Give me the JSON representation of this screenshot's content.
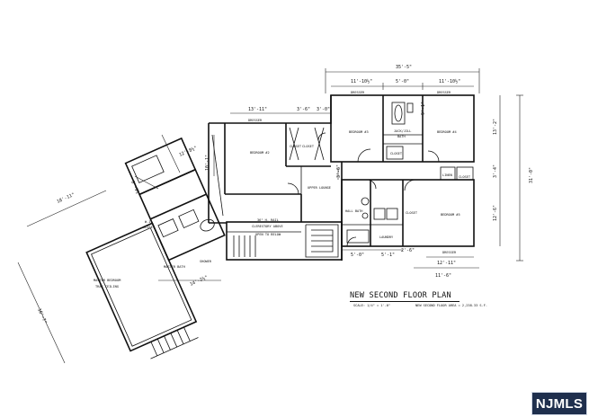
{
  "plan": {
    "title": "NEW SECOND FLOOR PLAN",
    "scale": "SCALE: 1/4\" = 1'-0\"",
    "area": "NEW SECOND FLOOR AREA = 2,238.33 S.F."
  },
  "rooms": {
    "master_bedroom": "MASTER BEDROOM",
    "master_bedroom_note": "TRAY CEILING",
    "master_bath": "MASTER BATH",
    "wic": "W.I.",
    "wic_2": "CLOSET",
    "bedroom_2": "BEDROOM #2",
    "bedroom_3": "BEDROOM #3",
    "bedroom_4": "BEDROOM #4",
    "bedroom_5": "BEDROOM #5",
    "closet": "CLOSET",
    "jack_jill_bath": "JACK/JILL",
    "jack_jill_bath_2": "BATH",
    "hall_bath": "HALL BATH",
    "laundry": "LAUNDRY",
    "linen": "LINEN",
    "upper_lounge": "UPPER LOUNGE",
    "open_to_below": "OPEN TO BELOW",
    "clerestory": "CLERESTORY ABOVE",
    "rail": "36\" H. RAIL",
    "shower": "SHOWER",
    "dresser": "DRESSER"
  },
  "dimensions": {
    "overall_top": "35'-5\"",
    "top_a": "11'-10½\"",
    "top_b": "5'-0\"",
    "top_c": "11'-10½\"",
    "bed2_width": "13'-11\"",
    "closet_a": "3'-6\"",
    "closet_b": "3'-0\"",
    "bed3_side": "9'-1\"",
    "right_overall": "31'-0\"",
    "right_upper": "13'-2\"",
    "right_mid": "3'-4\"",
    "right_lower": "12'-6\"",
    "lounge_side": "3'-6\"",
    "bed5_width": "12'-11\"",
    "bed5_total": "11'-6\"",
    "small_a": "5'-0\"",
    "small_b": "5'-1\"",
    "small_c": "2'-6\"",
    "master_long": "18'-11\"",
    "master_side": "16'-7\"",
    "bath_len": "14'-2½\"",
    "wic_a": "8'-9½\"",
    "wic_b": "12'-8½\"",
    "wic_c": "10'-1\""
  },
  "watermark": {
    "text": "NJMLS",
    "bg": "#1f2f4d"
  }
}
